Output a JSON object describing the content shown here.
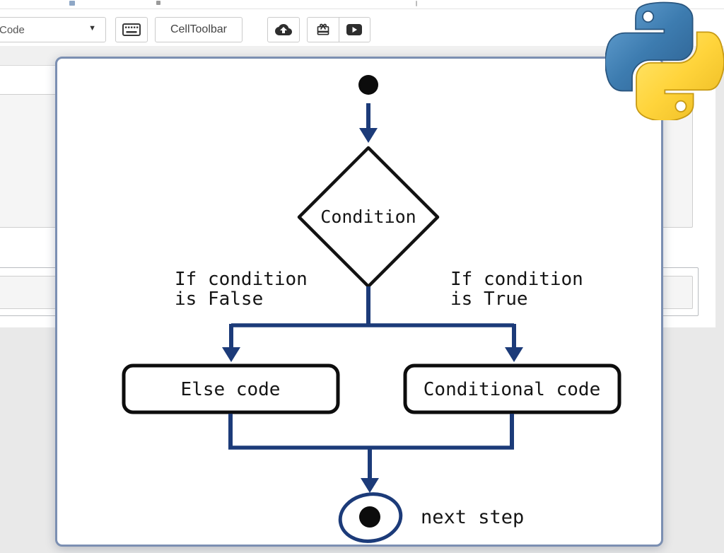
{
  "toolbar": {
    "cell_type": {
      "value": "Code",
      "caret": "▼"
    },
    "celltoolbar_label": "CellToolbar"
  },
  "flowchart": {
    "condition_label": "Condition",
    "false_branch": {
      "line1": "If condition",
      "line2": "is False"
    },
    "true_branch": {
      "line1": "If condition",
      "line2": "is True"
    },
    "else_box_label": "Else code",
    "conditional_box_label": "Conditional code",
    "end_label": "next step"
  },
  "colors": {
    "arrow_navy": "#1c3b79",
    "shape_stroke": "#121212",
    "panel_border": "#7b8fb2",
    "python_blue": "#3873a3",
    "python_yellow": "#ffd43b"
  }
}
